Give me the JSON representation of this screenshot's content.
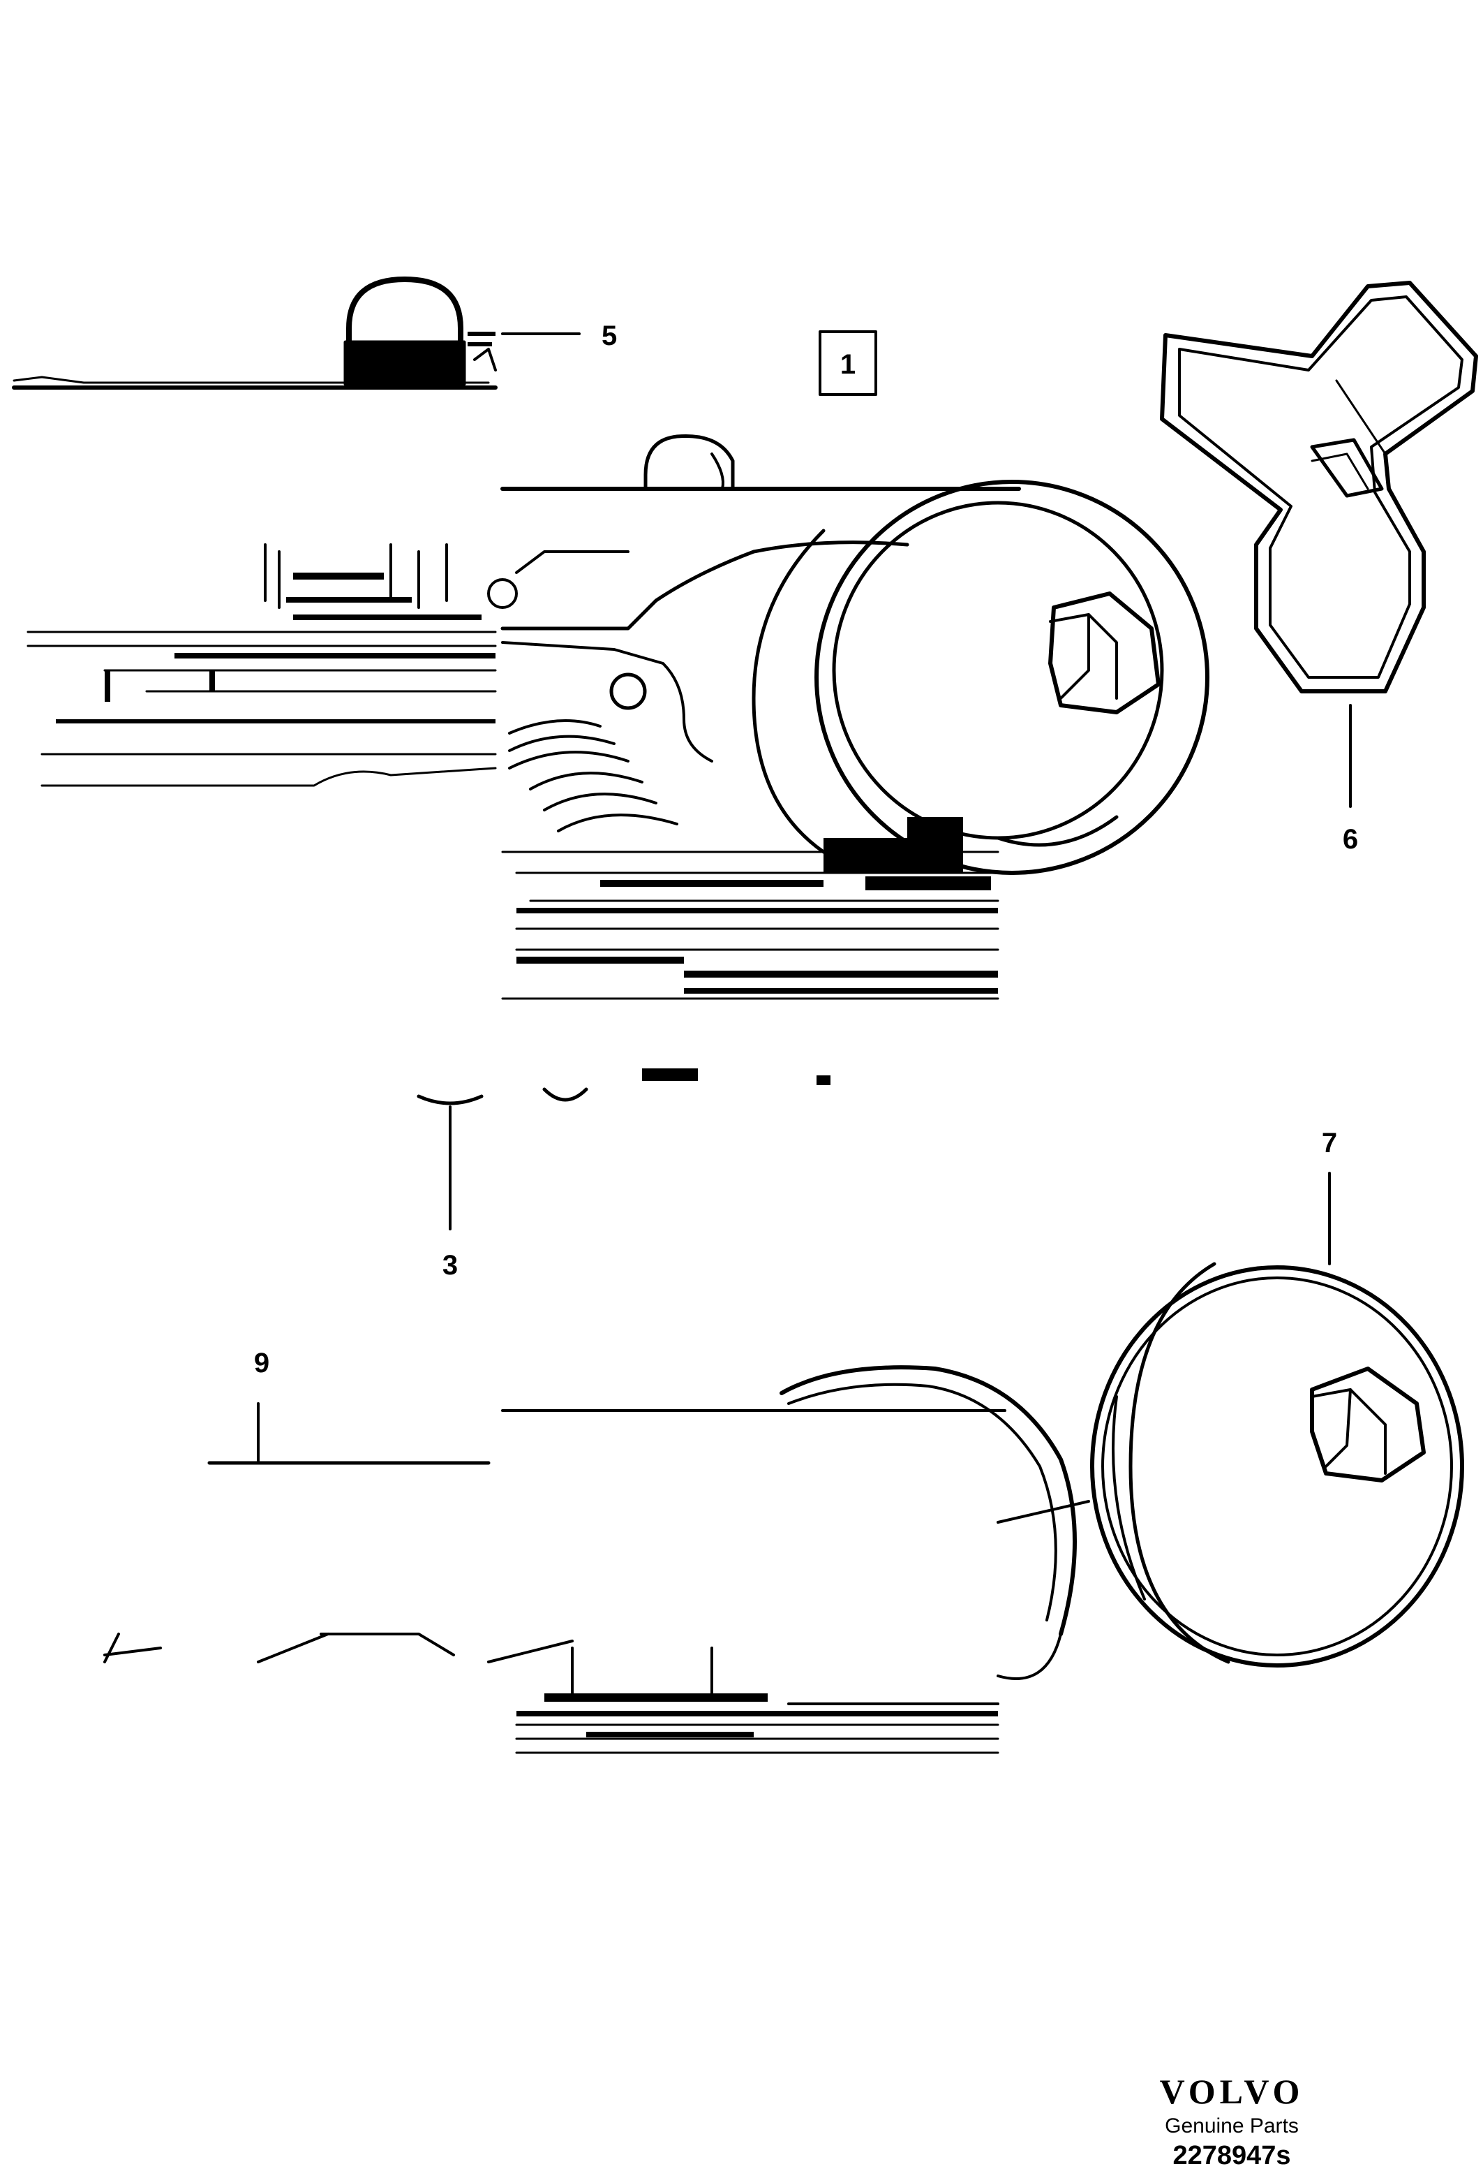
{
  "callouts": {
    "part_1": "1",
    "part_3": "3",
    "part_5": "5",
    "part_6": "6",
    "part_7": "7",
    "part_9": "9"
  },
  "brand": {
    "logo_text": "VOLVO",
    "tagline": "Genuine Parts",
    "diagram_code": "2278947s"
  }
}
